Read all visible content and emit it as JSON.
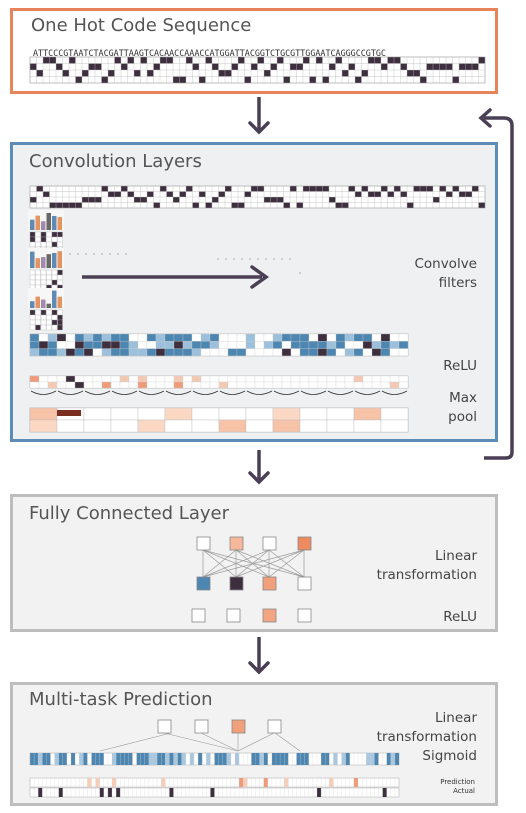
{
  "colors": {
    "onehot_border": "#e8845a",
    "conv_border": "#5b8db8",
    "grey_border": "#bdbdbd",
    "dark_cell": "#3e2f3f",
    "blue_cell": "#4d86b0",
    "orange_cell": "#ef9a78",
    "arrow": "#4a3f55"
  },
  "onehot": {
    "title": "One Hot Code Sequence",
    "sequence": "ATTCCCGTAATCTACGATTAAGTCACAACCAAACCATGGATTACGGTCTGCGTTGGAATCAGGGCCGTGC"
  },
  "conv": {
    "title": "Convolution Layers",
    "convolve_label": "Convolve\nfilters",
    "relu_label": "ReLU",
    "maxpool_label": "Max\npool"
  },
  "fc": {
    "title": "Fully Connected Layer",
    "linear_label": "Linear\ntransformation",
    "relu_label": "ReLU"
  },
  "mt": {
    "title": "Multi-task Prediction",
    "linear_label": "Linear\ntransformation\nSigmoid",
    "prediction_label": "Prediction",
    "actual_label": "Actual"
  }
}
